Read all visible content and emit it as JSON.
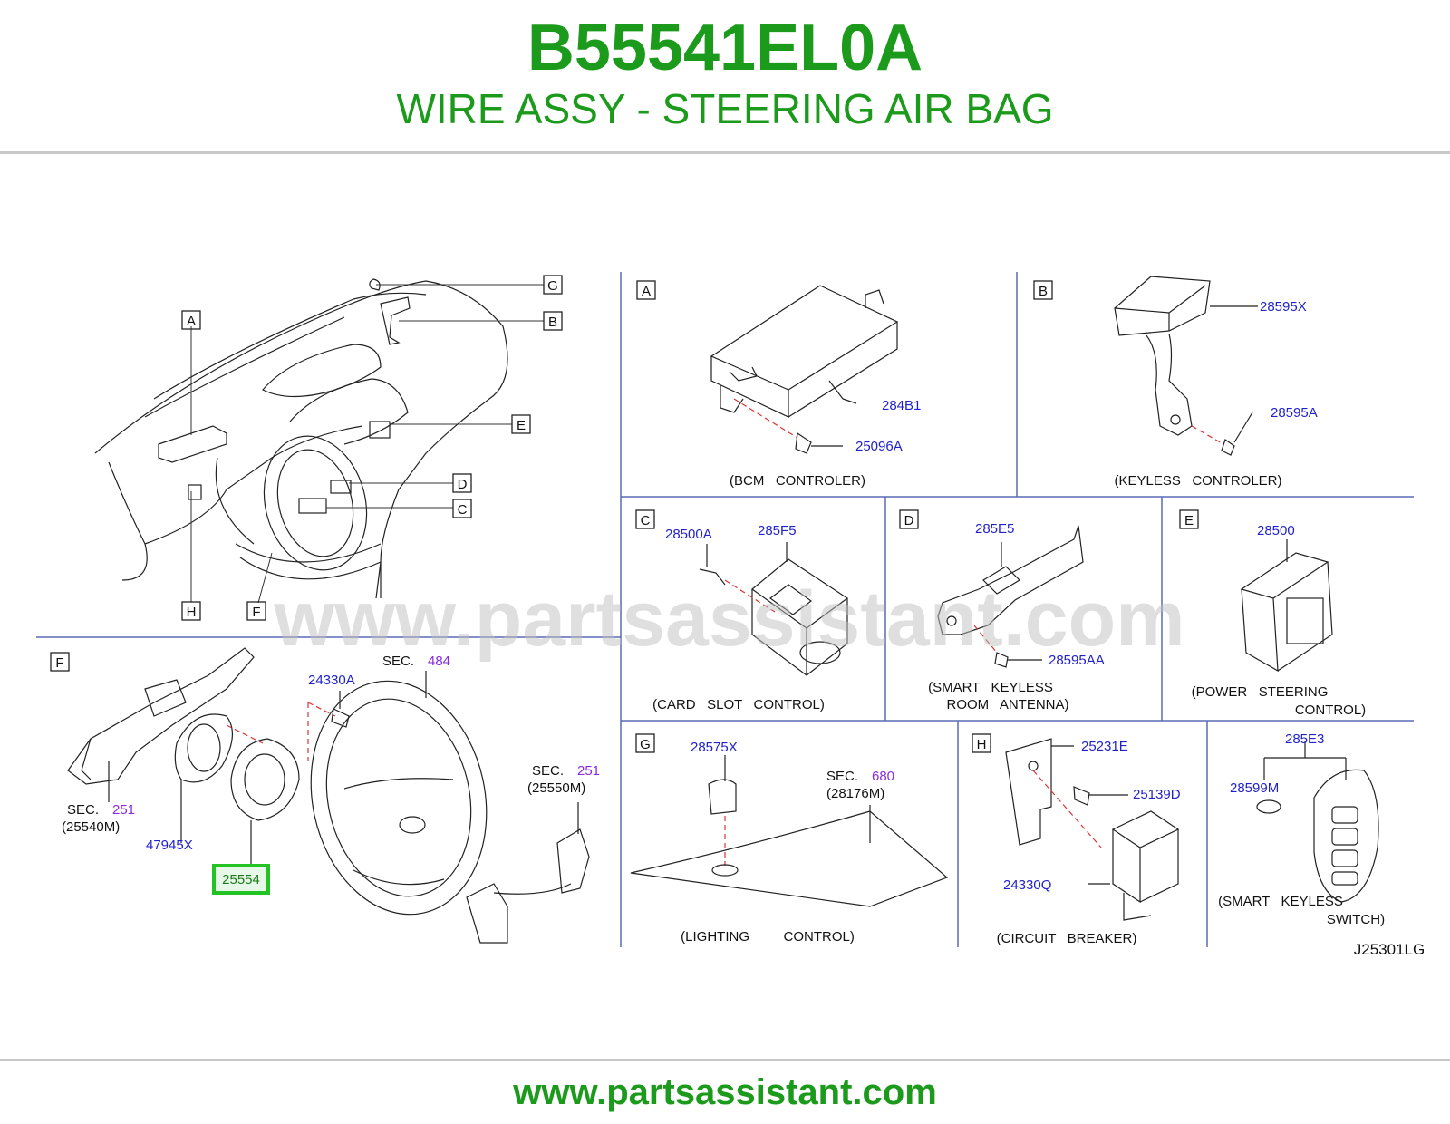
{
  "header": {
    "part_code": "B55541EL0A",
    "part_name": "WIRE ASSY - STEERING AIR BAG"
  },
  "watermark": "www.partsassistant.com",
  "footer": {
    "url": "www.partsassistant.com"
  },
  "colors": {
    "brand_green": "#1b9a1b",
    "part_number_blue": "#2222cc",
    "section_purple": "#8a2be2",
    "highlight_green": "#22c322"
  },
  "overview": {
    "callouts": [
      "G",
      "B",
      "A",
      "E",
      "D",
      "C",
      "H",
      "F"
    ]
  },
  "panels": {
    "A": {
      "letter": "A",
      "caption": "(BCM   CONTROLER)",
      "parts": [
        "284B1",
        "25096A"
      ]
    },
    "B": {
      "letter": "B",
      "caption": "(KEYLESS   CONTROLER)",
      "parts": [
        "28595X",
        "28595A"
      ]
    },
    "C": {
      "letter": "C",
      "caption": "(CARD   SLOT   CONTROL)",
      "parts": [
        "28500A",
        "285F5"
      ]
    },
    "D": {
      "letter": "D",
      "caption_line1": "(SMART   KEYLESS",
      "caption_line2": "ROOM   ANTENNA)",
      "parts": [
        "285E5",
        "28595AA"
      ]
    },
    "E": {
      "letter": "E",
      "caption_line1": "(POWER   STEERING",
      "caption_line2": "CONTROL)",
      "parts": [
        "28500"
      ]
    },
    "F": {
      "letter": "F",
      "parts": [
        "24330A",
        "47945X",
        "25554"
      ],
      "highlighted_part": "25554",
      "sec_left": {
        "label": "SEC.",
        "number": "251",
        "ref": "(25540M)"
      },
      "sec_top": {
        "label": "SEC.",
        "number": "484"
      },
      "sec_right": {
        "label": "SEC.",
        "number": "251",
        "ref": "(25550M)"
      }
    },
    "G": {
      "letter": "G",
      "caption": "(LIGHTING         CONTROL)",
      "parts": [
        "28575X"
      ],
      "sec": {
        "label": "SEC.",
        "number": "680",
        "ref": "(28176M)"
      }
    },
    "H": {
      "letter": "H",
      "caption": "(CIRCUIT   BREAKER)",
      "parts": [
        "25231E",
        "25139D",
        "24330Q"
      ]
    },
    "I": {
      "caption_line1": "(SMART   KEYLESS",
      "caption_line2": "SWITCH)",
      "parts": [
        "285E3",
        "28599M"
      ],
      "diagram_code": "J25301LG"
    }
  }
}
